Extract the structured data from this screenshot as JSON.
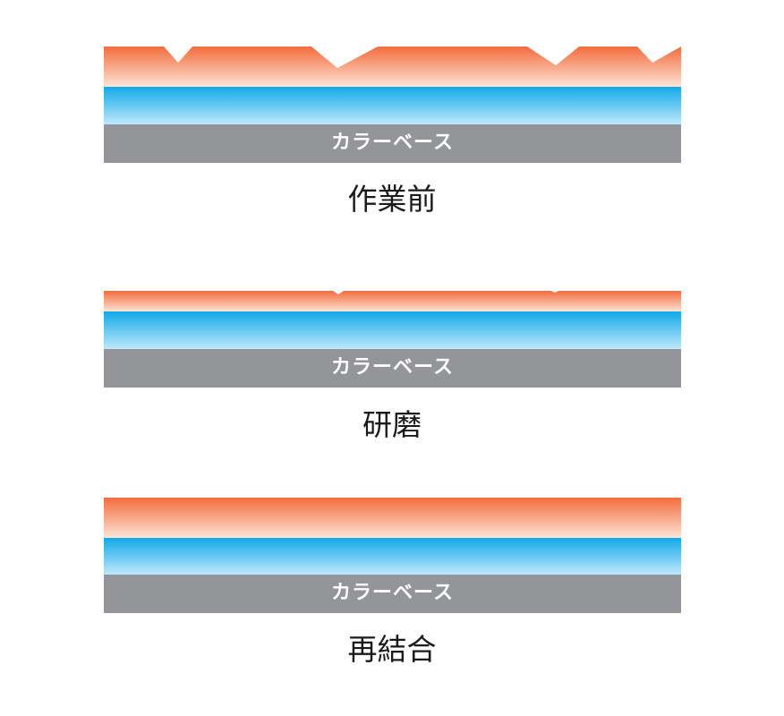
{
  "colors": {
    "topcoat_top": "#f36c3c",
    "topcoat_bottom": "#fde4d6",
    "clearcoat_top": "#10a9e8",
    "clearcoat_bottom": "#bfe9fb",
    "base": "#939598",
    "base_text": "#ffffff",
    "caption_text": "#1a1a1a"
  },
  "stages": [
    {
      "caption": "作業前",
      "base_label": "カラーベース",
      "surface": "scratched"
    },
    {
      "caption": "研磨",
      "base_label": "カラーベース",
      "surface": "polished"
    },
    {
      "caption": "再結合",
      "base_label": "カラーベース",
      "surface": "restored"
    }
  ]
}
